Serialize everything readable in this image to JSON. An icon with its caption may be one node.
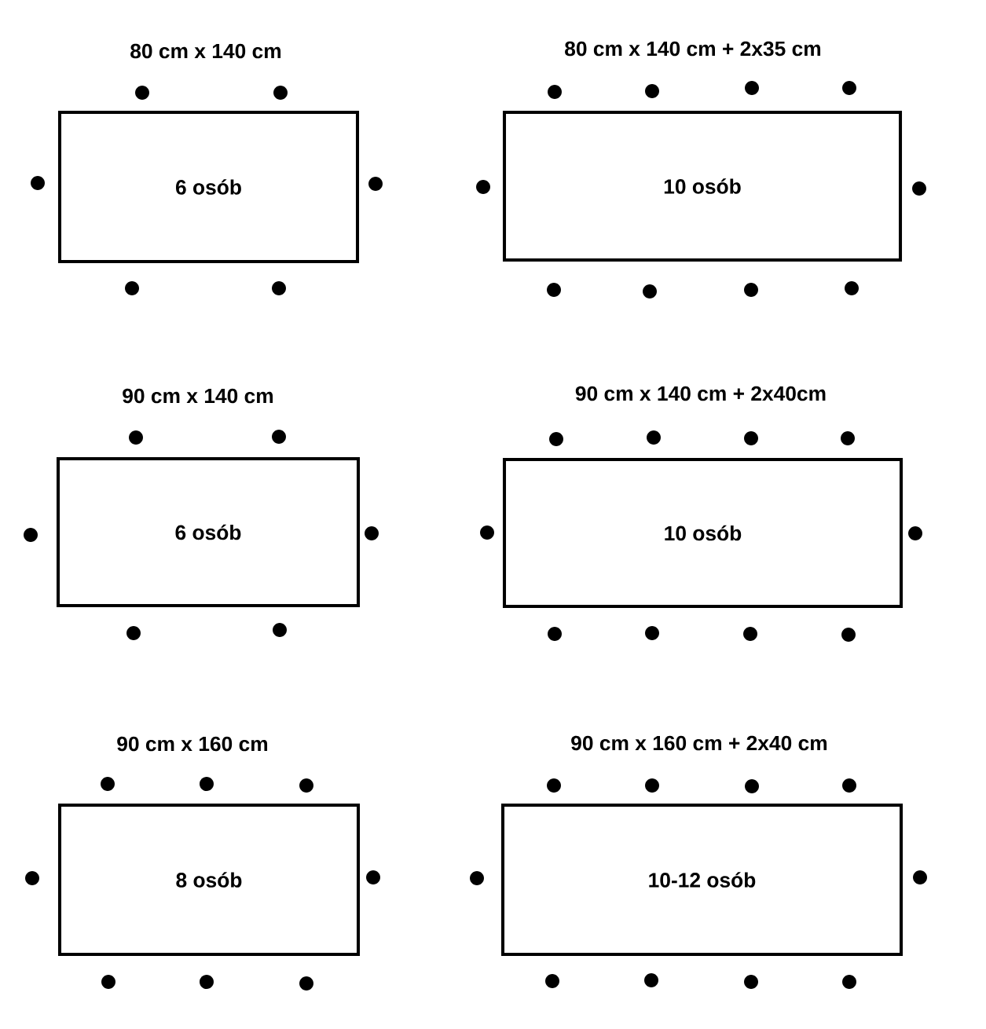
{
  "diagram": {
    "nodes": [
      {
        "text": [
          "80 cm x 140 cm",
          "6 osób"
        ]
      },
      {
        "text": [
          "80 cm x 140 cm + 2x35 cm",
          "10 osób"
        ]
      },
      {
        "text": [
          "90 cm x 140 cm",
          "6 osób"
        ]
      },
      {
        "text": [
          "90 cm x 140 cm + 2x40cm",
          "10 osób"
        ]
      },
      {
        "text": [
          "90 cm x 160 cm",
          "8 osób"
        ]
      },
      {
        "text": [
          "90 cm x 160 cm + 2x40 cm",
          "10-12 osób"
        ]
      }
    ]
  }
}
